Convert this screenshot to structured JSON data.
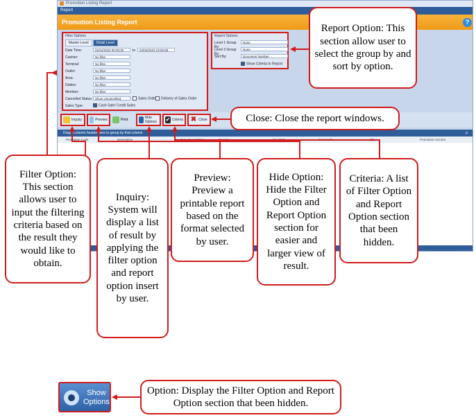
{
  "window": {
    "title": "Promotion Listing Report",
    "menu": "Report",
    "header": "Promotion Listing Report",
    "help_icon": "?"
  },
  "filter_panel": {
    "title": "Filter Options",
    "tabs": [
      "Master Level",
      "Detail Level"
    ],
    "rows": [
      {
        "label": "Date Time:",
        "value": "01/01/2022 00:00:00",
        "to_label": "to",
        "to_value": "04/04/2023 23:59:59"
      },
      {
        "label": "Cashier:",
        "value": "No filter"
      },
      {
        "label": "Terminal:",
        "value": "No filter"
      },
      {
        "label": "Outlet:",
        "value": "No filter"
      },
      {
        "label": "Area:",
        "value": "No filter"
      },
      {
        "label": "Debtor:",
        "value": "No filter"
      },
      {
        "label": "Member:",
        "value": "No filter"
      },
      {
        "label": "Cancelled Status:",
        "value": "Show Uncancelled",
        "check1": "Sales Order",
        "check2": "Delivery of Sales Order"
      },
      {
        "label": "Sales Type:",
        "check": "Cash Sale/ Credit Sales"
      }
    ]
  },
  "report_panel": {
    "title": "Report Options",
    "rows": [
      {
        "label": "Level 1 Group By:",
        "value": "None"
      },
      {
        "label": "Level 2 Group By:",
        "value": "None"
      },
      {
        "label": "Sort By:",
        "value": "Document Number"
      }
    ],
    "show_criteria": "Show Criteria In Report"
  },
  "toolbar": {
    "inquiry": "Inquiry",
    "preview": "Preview",
    "print": "Print",
    "hide_options": "Hide Options",
    "criteria": "Criteria",
    "close": "Close"
  },
  "grid": {
    "group_hint": "Drag a column header here to group by that column",
    "columns": [
      "Promotion Code",
      "Description",
      "Doc Type Description",
      "Doc No",
      "Doc Date",
      "Item Code",
      "Qty",
      "Promotion Amount"
    ]
  },
  "callouts": {
    "report_option": "Report Option: This section allow user to select the group by and sort by option.",
    "close": "Close: Close the report windows.",
    "filter_option": "Filter Option: This section allows user to input the filtering criteria based on the result they would like to obtain.",
    "inquiry": "Inquiry: System will display a list of result by applying the filter option and report option insert by user.",
    "preview": "Preview: Preview a printable report based on the format selected by user.",
    "hide_option": "Hide Option: Hide the Filter Option and Report Option section for easier and larger view of result.",
    "criteria": "Criteria: A list of Filter Option and Report Option section that been hidden.",
    "option": "Option: Display the Filter Option and Report Option section that been hidden."
  },
  "show_options_button": {
    "line1": "Show",
    "line2": "Options"
  },
  "colors": {
    "accent": "#2e5d9a",
    "header": "#f09a18",
    "callout_border": "#d11a1a"
  }
}
